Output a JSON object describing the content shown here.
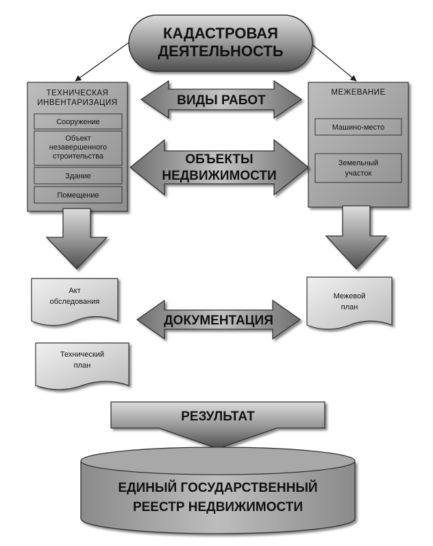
{
  "top": {
    "line1": "КАДАСТРОВАЯ",
    "line2": "ДЕЯТЕЛЬНОСТЬ"
  },
  "left_panel": {
    "title_line1": "ТЕХНИЧЕСКАЯ",
    "title_line2": "ИНВЕНТАРИЗАЦИЯ",
    "items": [
      {
        "lines": [
          "Сооружение"
        ]
      },
      {
        "lines": [
          "Объект",
          "незавершенного",
          "строительства"
        ]
      },
      {
        "lines": [
          "Здание"
        ]
      },
      {
        "lines": [
          "Помещение"
        ]
      }
    ]
  },
  "right_panel": {
    "title": "МЕЖЕВАНИЕ",
    "items": [
      {
        "lines": [
          "Машино-место"
        ]
      },
      {
        "lines": [
          "Земельный",
          "участок"
        ]
      }
    ]
  },
  "arrows": {
    "work_types": "ВИДЫ РАБОТ",
    "objects_line1": "ОБЪЕКТЫ",
    "objects_line2": "НЕДВИЖИМОСТИ",
    "documentation": "ДОКУМЕНТАЦИЯ"
  },
  "documents": {
    "act_line1": "Акт",
    "act_line2": "обследования",
    "tech_line1": "Технический",
    "tech_line2": "план",
    "survey_line1": "Межевой",
    "survey_line2": "план"
  },
  "result": "РЕЗУЛЬТАТ",
  "registry": {
    "line1": "ЕДИНЫЙ ГОСУДАРСТВЕННЫЙ",
    "line2": "РЕЕСТР НЕДВИЖИМОСТИ"
  }
}
